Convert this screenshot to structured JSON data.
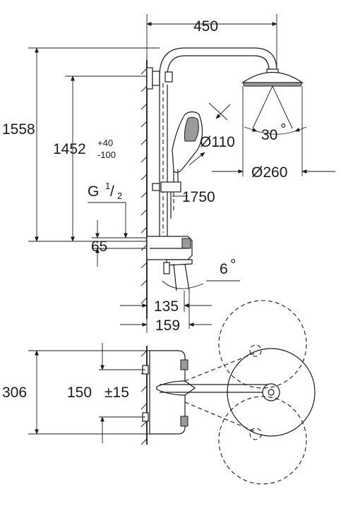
{
  "dimensions": {
    "width_top": "450",
    "height_total": "1558",
    "height_inlet": "1452",
    "tol_plus": "+40",
    "tol_minus": "-100",
    "handshower_diameter": "Ø110",
    "head_diameter": "Ø260",
    "head_tilt": "30",
    "degree_symbol": "°",
    "hose_length": "1750",
    "thread_letter": "G",
    "thread_num": "1",
    "thread_den": "2",
    "inlet_offset": "65",
    "spout_angle": "6",
    "spout_reach_1": "135",
    "spout_reach_2": "159",
    "depth_plan": "306",
    "center_distance": "150",
    "center_tolerance": "±15"
  }
}
